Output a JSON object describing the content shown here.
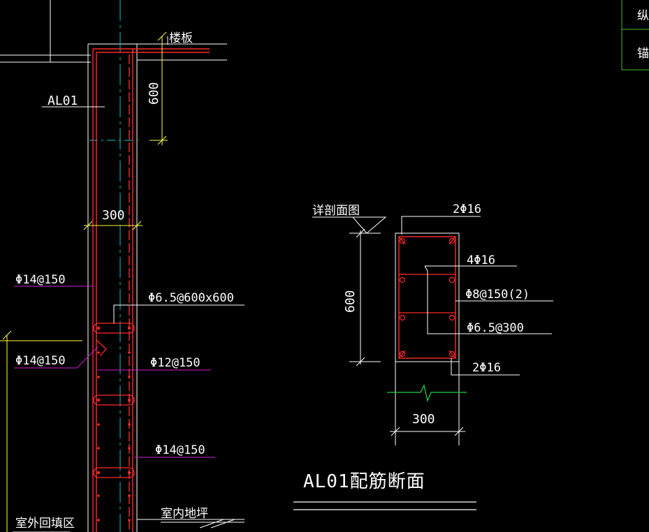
{
  "colors": {
    "background": "#000000",
    "rebar": "#ff2a2a",
    "leader": "#ffffff",
    "magenta": "#d020d0",
    "dimension": "#ffff40",
    "centerline": "#00c8c8",
    "grade": "#20d040",
    "frame": "#40c020"
  },
  "elevation": {
    "floor_slab": "楼板",
    "beam_tag": "AL01",
    "height_600": "600",
    "width_300": "300",
    "wall_rebar_top": "Φ14@150",
    "tie_bars": "Φ6.5@600x600",
    "wall_rebar_mid": "Φ14@150",
    "horizontal_bars": "Φ12@150",
    "wall_rebar_low": "Φ14@150",
    "exterior_backfill": "室外回填区",
    "interior_floor": "室内地坪"
  },
  "section": {
    "section_marker": "详剖面图",
    "top_bars": "2Φ16",
    "side_bars": "4Φ16",
    "stirrups": "Φ8@150(2)",
    "ties": "Φ6.5@300",
    "bottom_bars": "2Φ16",
    "height": "600",
    "width": "300",
    "title": "AL01配筋断面"
  },
  "title_block": {
    "row1": "纵",
    "row2": "锚"
  }
}
